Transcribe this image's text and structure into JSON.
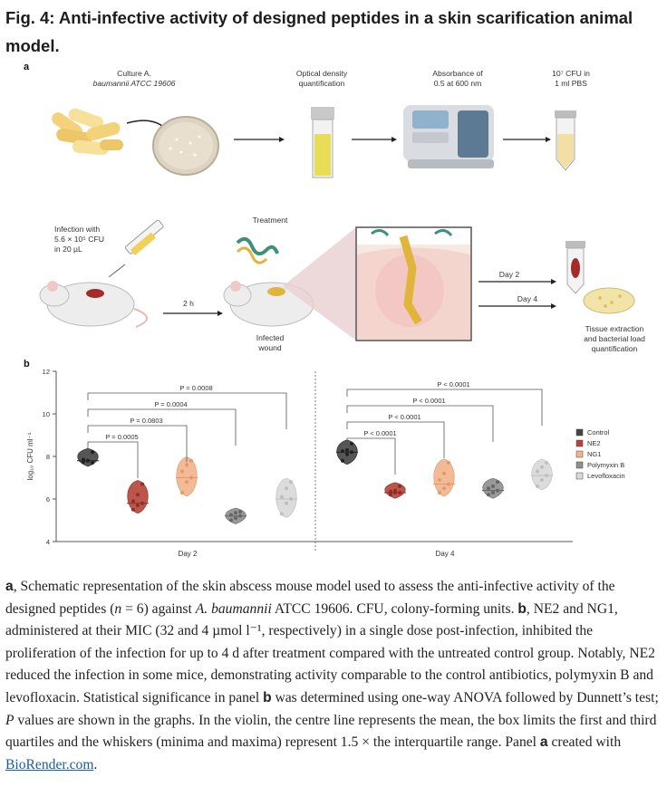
{
  "figure": {
    "title": "Fig. 4: Anti-infective activity of designed peptides in a skin scarification animal model."
  },
  "panel_a": {
    "label": "a",
    "steps_row1": [
      {
        "line1": "Culture A.",
        "line2": "baumannii ATCC 19606"
      },
      {
        "line1": "Optical density",
        "line2": "quantification"
      },
      {
        "line1": "Absorbance of",
        "line2": "0.5 at 600 nm"
      },
      {
        "line1": "10⁷ CFU in",
        "line2": "1 ml PBS"
      }
    ],
    "infection": {
      "line1": "Infection with",
      "line2": "5.6 × 10⁵ CFU",
      "line3": "in 20 µL"
    },
    "treatment": "Treatment",
    "time": "2 h",
    "wound": {
      "line1": "Infected",
      "line2": "wound"
    },
    "day2": "Day 2",
    "day4": "Day 4",
    "extraction": {
      "line1": "Tissue extraction",
      "line2": "and bacterial load",
      "line3": "quantification"
    }
  },
  "panel_b": {
    "label": "b"
  },
  "chart_data": {
    "type": "violin",
    "ylabel": "log₁₀ CFU ml⁻¹",
    "ylim": [
      4,
      12
    ],
    "yticks": [
      "4",
      "6",
      "8",
      "10",
      "12"
    ],
    "categories": [
      "Day 2",
      "Day 4"
    ],
    "legend": [
      {
        "name": "Control",
        "color": "#444444"
      },
      {
        "name": "NE2",
        "color": "#b5443a"
      },
      {
        "name": "NG1",
        "color": "#f2b48a"
      },
      {
        "name": "Polymyxin B",
        "color": "#8f8f8f"
      },
      {
        "name": "Levofloxacin",
        "color": "#d9d9d9"
      }
    ],
    "groups": [
      {
        "day": "Day 2",
        "series": [
          {
            "name": "Control",
            "mean": 7.8,
            "points": [
              7.75,
              7.8,
              7.7,
              7.85,
              7.8,
              8.2
            ]
          },
          {
            "name": "NE2",
            "mean": 5.8,
            "points": [
              5.5,
              5.7,
              5.8,
              5.9,
              6.2,
              6.7
            ]
          },
          {
            "name": "NG1",
            "mean": 7.0,
            "points": [
              6.3,
              6.8,
              7.0,
              7.3,
              7.6,
              7.8
            ]
          },
          {
            "name": "Polymyxin B",
            "mean": 5.2,
            "points": [
              5.0,
              5.1,
              5.2,
              5.25,
              5.35,
              5.4
            ]
          },
          {
            "name": "Levofloxacin",
            "mean": 6.0,
            "points": [
              5.3,
              5.8,
              6.0,
              6.1,
              6.5,
              6.8
            ]
          }
        ],
        "comparisons": [
          {
            "to": "NE2",
            "label": "P = 0.0005"
          },
          {
            "to": "NG1",
            "label": "P = 0.0803"
          },
          {
            "to": "Polymyxin B",
            "label": "P = 0.0004"
          },
          {
            "to": "Levofloxacin",
            "label": "P = 0.0008"
          }
        ]
      },
      {
        "day": "Day 4",
        "series": [
          {
            "name": "Control",
            "mean": 8.2,
            "points": [
              7.8,
              8.1,
              8.2,
              8.25,
              8.3,
              8.6
            ]
          },
          {
            "name": "NE2",
            "mean": 6.3,
            "points": [
              6.2,
              6.3,
              6.3,
              6.35,
              6.4,
              6.6
            ]
          },
          {
            "name": "NG1",
            "mean": 6.7,
            "points": [
              6.3,
              6.5,
              6.7,
              6.9,
              7.2,
              7.7
            ]
          },
          {
            "name": "Polymyxin B",
            "mean": 6.4,
            "points": [
              6.2,
              6.3,
              6.4,
              6.5,
              6.6,
              6.8
            ]
          },
          {
            "name": "Levofloxacin",
            "mean": 7.1,
            "points": [
              6.6,
              6.9,
              7.1,
              7.3,
              7.5,
              7.7
            ]
          }
        ],
        "comparisons": [
          {
            "to": "NE2",
            "label": "P < 0.0001"
          },
          {
            "to": "NG1",
            "label": "P < 0.0001"
          },
          {
            "to": "Polymyxin B",
            "label": "P < 0.0001"
          },
          {
            "to": "Levofloxacin",
            "label": "P < 0.0001"
          }
        ]
      }
    ]
  },
  "caption": {
    "s1": "a",
    "s2": ", Schematic representation of the skin abscess mouse model used to assess the anti-infective activity of the designed peptides (",
    "s3": "n",
    "s4": " = 6) against ",
    "s5": "A. baumannii",
    "s6": " ATCC 19606. CFU, colony-forming units. ",
    "s7": "b",
    "s8": ", NE2 and NG1, administered at their MIC (32 and 4 µmol l⁻¹, respectively) in a single dose post-infection, inhibited the proliferation of the infection for up to 4 d after treatment compared with the untreated control group. Notably, NE2 reduced the infection in some mice, demonstrating activity comparable to the control antibiotics, polymyxin B and levofloxacin. Statistical significance in panel ",
    "s9": "b",
    "s10": " was determined using one-way ANOVA followed by Dunnett’s test; ",
    "s11": "P",
    "s12": " values are shown in the graphs. In the violin, the centre line represents the mean, the box limits the first and third quartiles and the whiskers (minima and maxima) represent 1.5 × the interquartile range. Panel ",
    "s13": "a",
    "s14": " created with ",
    "s15": "BioRender.com",
    "s16": "."
  }
}
